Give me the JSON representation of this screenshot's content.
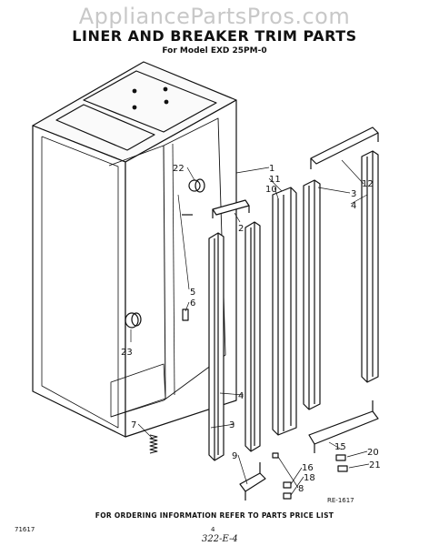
{
  "watermark": "AppliancePartsPros.com",
  "title": "LINER AND BREAKER TRIM PARTS",
  "subtitle": "For Model EXD 25PM-0",
  "footer_note": "FOR ORDERING INFORMATION REFER TO PARTS PRICE LIST",
  "diagram_code": "RE-1617",
  "page_code": "71617",
  "page_number": "4",
  "handwritten_note": "322-E-4",
  "callouts": [
    {
      "id": "c1",
      "label": "1"
    },
    {
      "id": "c11",
      "label": "11"
    },
    {
      "id": "c10",
      "label": "10"
    },
    {
      "id": "c12",
      "label": "12"
    },
    {
      "id": "c3a",
      "label": "3"
    },
    {
      "id": "c4a",
      "label": "4"
    },
    {
      "id": "c22",
      "label": "22"
    },
    {
      "id": "c2",
      "label": "2"
    },
    {
      "id": "c5",
      "label": "5"
    },
    {
      "id": "c6",
      "label": "6"
    },
    {
      "id": "c23",
      "label": "23"
    },
    {
      "id": "c4b",
      "label": "4"
    },
    {
      "id": "c3b",
      "label": "3"
    },
    {
      "id": "c7",
      "label": "7"
    },
    {
      "id": "c9",
      "label": "9"
    },
    {
      "id": "c15",
      "label": "15"
    },
    {
      "id": "c20",
      "label": "20"
    },
    {
      "id": "c21",
      "label": "21"
    },
    {
      "id": "c16",
      "label": "16"
    },
    {
      "id": "c18",
      "label": "18"
    },
    {
      "id": "c8",
      "label": "8"
    }
  ]
}
